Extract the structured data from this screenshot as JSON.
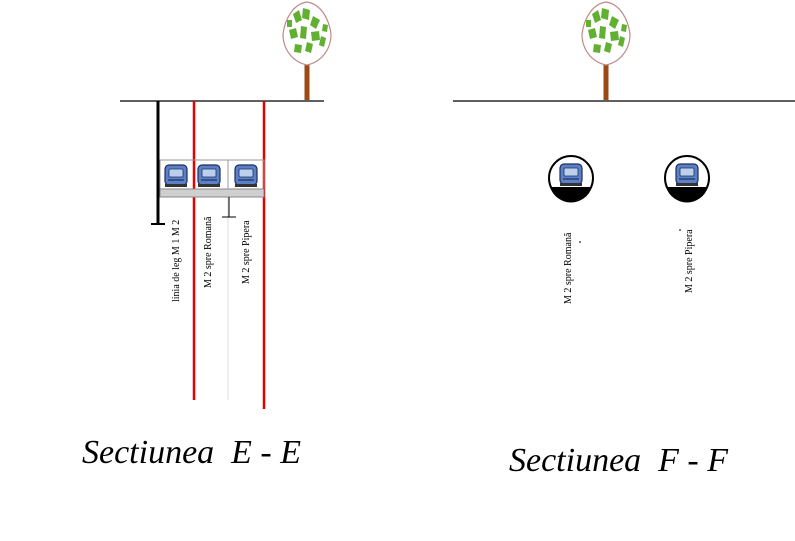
{
  "section_e": {
    "title": "Sectiunea  E - E",
    "labels": [
      "linia de leg M 1 M 2",
      "M 2 spre Romană",
      "M 2 spre Pipera"
    ]
  },
  "section_f": {
    "title": "Sectiunea  F - F",
    "labels": [
      "M 2 spre Romană",
      "M 2 spre Pipera"
    ]
  },
  "colors": {
    "ground": "#000000",
    "red_line": "#e60000",
    "train_body": "#5b80c8",
    "train_window": "#bcd0ee",
    "tree_trunk": "#9b4a14",
    "tree_leaf": "#62b032",
    "tree_outline": "#c08a8a"
  }
}
